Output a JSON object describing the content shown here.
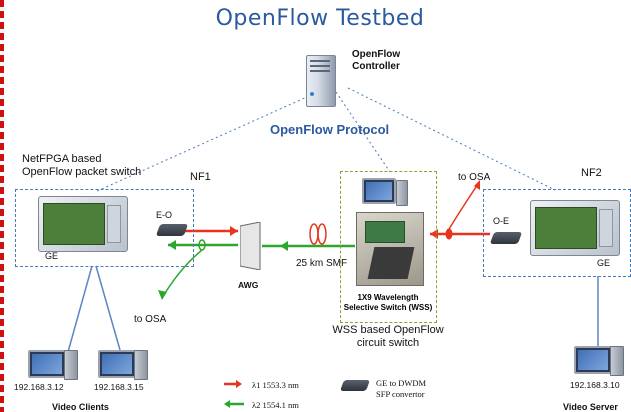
{
  "title": "OpenFlow Testbed",
  "controller_label": [
    "OpenFlow",
    "Controller"
  ],
  "protocol_label": "OpenFlow Protocol",
  "nf1": {
    "caption": [
      "NetFPGA based",
      "OpenFlow packet switch"
    ],
    "name": "NF1",
    "ge": "GE",
    "eo": "E-O"
  },
  "nf2": {
    "name": "NF2",
    "ge": "GE",
    "oe": "O-E"
  },
  "awg": "AWG",
  "smf": "25 km SMF",
  "wss_label": [
    "1X9 Wavelength",
    "Selective Switch (WSS)"
  ],
  "wss_caption": [
    "WSS based OpenFlow",
    "circuit switch"
  ],
  "osa_left": "to OSA",
  "osa_right": "to OSA",
  "clients": {
    "ip1": "192.168.3.12",
    "ip2": "192.168.3.15",
    "label": "Video Clients"
  },
  "server": {
    "ip": "192.168.3.10",
    "label": "Video Server"
  },
  "legend": {
    "l1": "λ1  1553.3 nm",
    "l2": "λ2  1554.1 nm",
    "device": [
      "GE to DWDM",
      "SFP convertor"
    ]
  },
  "colors": {
    "title": "#2b5a9e",
    "box_border": "#4a79b8",
    "wss_border": "#8aa13a",
    "lambda1": "#e8341c",
    "lambda2": "#2ea62e",
    "links": "#5b86c4",
    "dotted": "#4a79b8"
  }
}
